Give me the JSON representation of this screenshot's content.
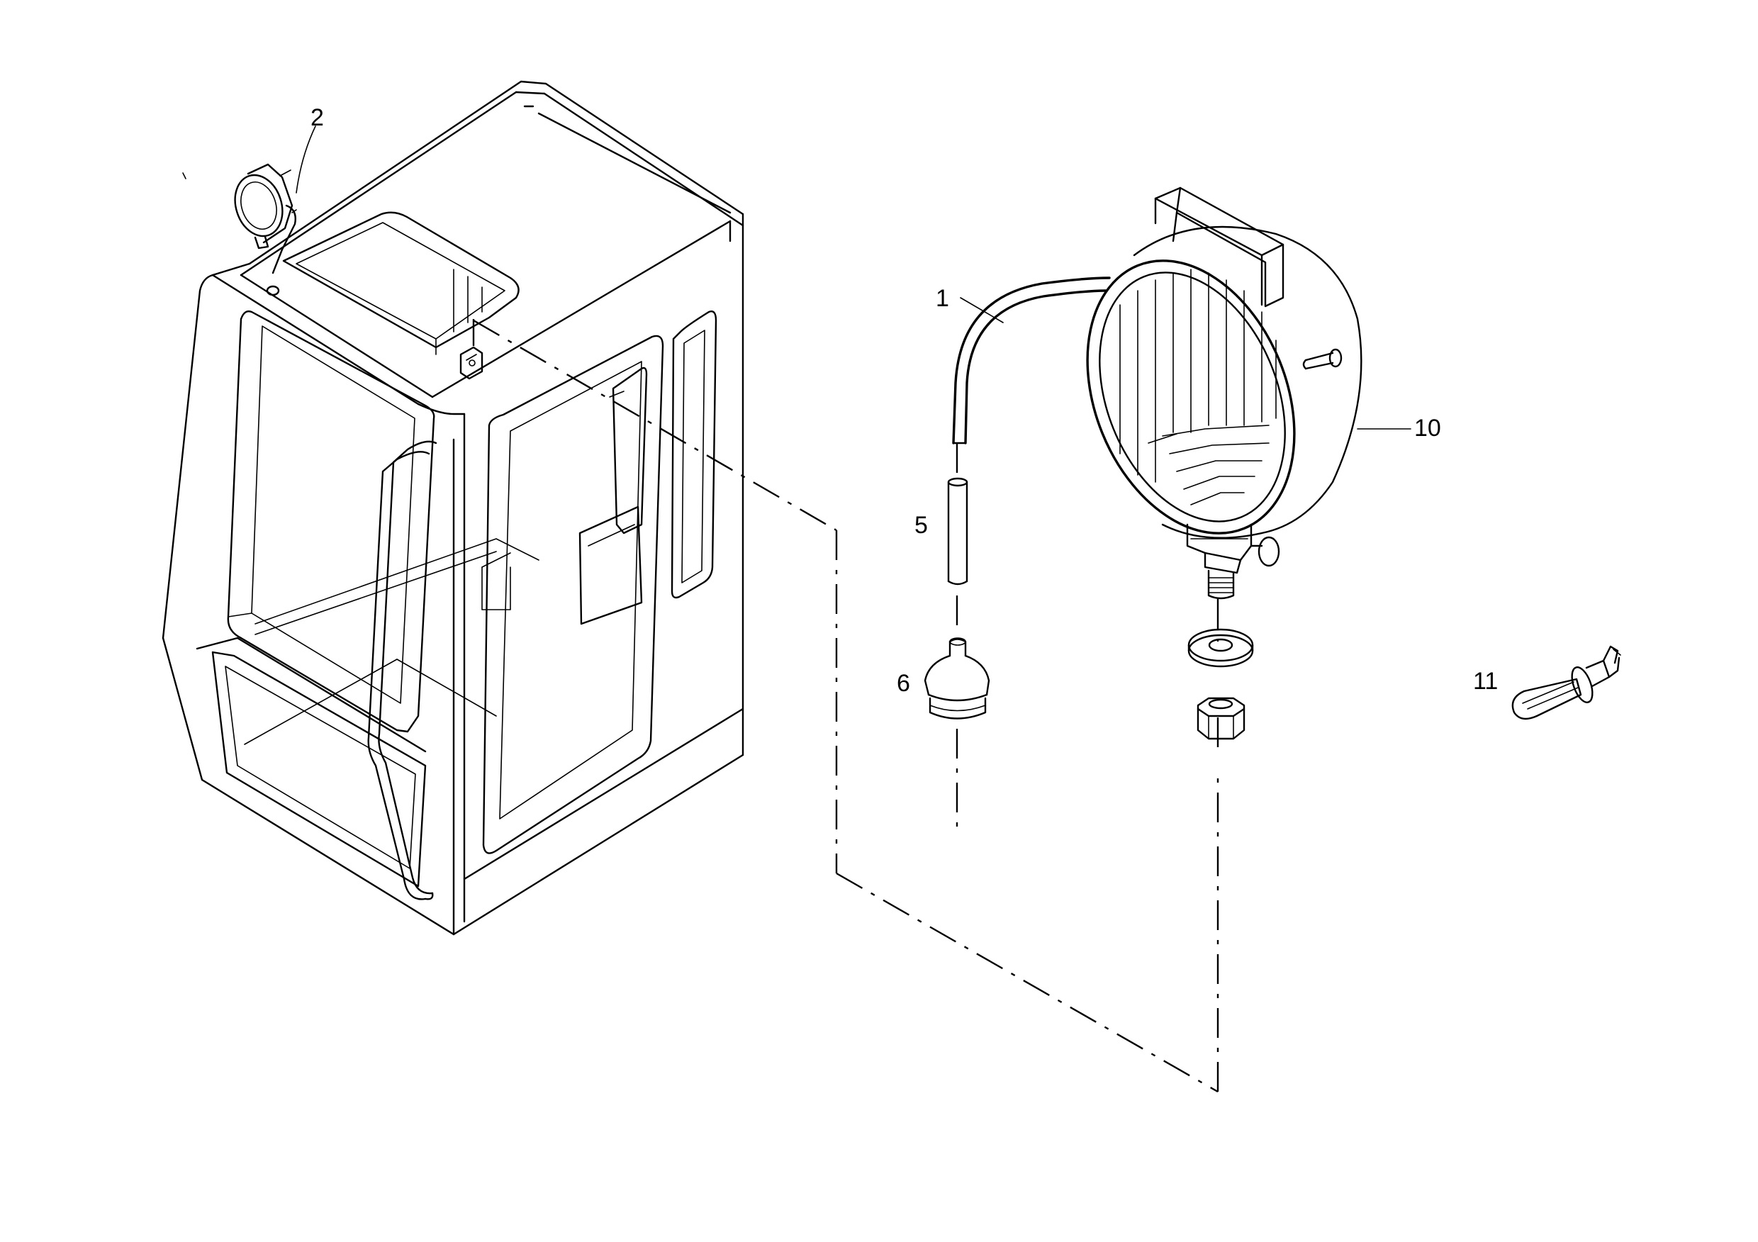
{
  "callouts": [
    {
      "id": "1",
      "label": "1"
    },
    {
      "id": "2",
      "label": "2"
    },
    {
      "id": "5",
      "label": "5"
    },
    {
      "id": "6",
      "label": "6"
    },
    {
      "id": "10",
      "label": "10"
    },
    {
      "id": "11",
      "label": "11"
    }
  ],
  "parts": [
    {
      "callout": "1",
      "icon": "cable-icon"
    },
    {
      "callout": "2",
      "icon": "cab-mounted-work-lamp-icon"
    },
    {
      "callout": "5",
      "icon": "sleeve-tube-icon"
    },
    {
      "callout": "6",
      "icon": "rubber-grommet-icon"
    },
    {
      "callout": "10",
      "icon": "round-work-lamp-icon"
    },
    {
      "callout": "11",
      "icon": "halogen-bulb-icon"
    }
  ],
  "colors": {
    "line": "#000000",
    "background": "#ffffff"
  }
}
